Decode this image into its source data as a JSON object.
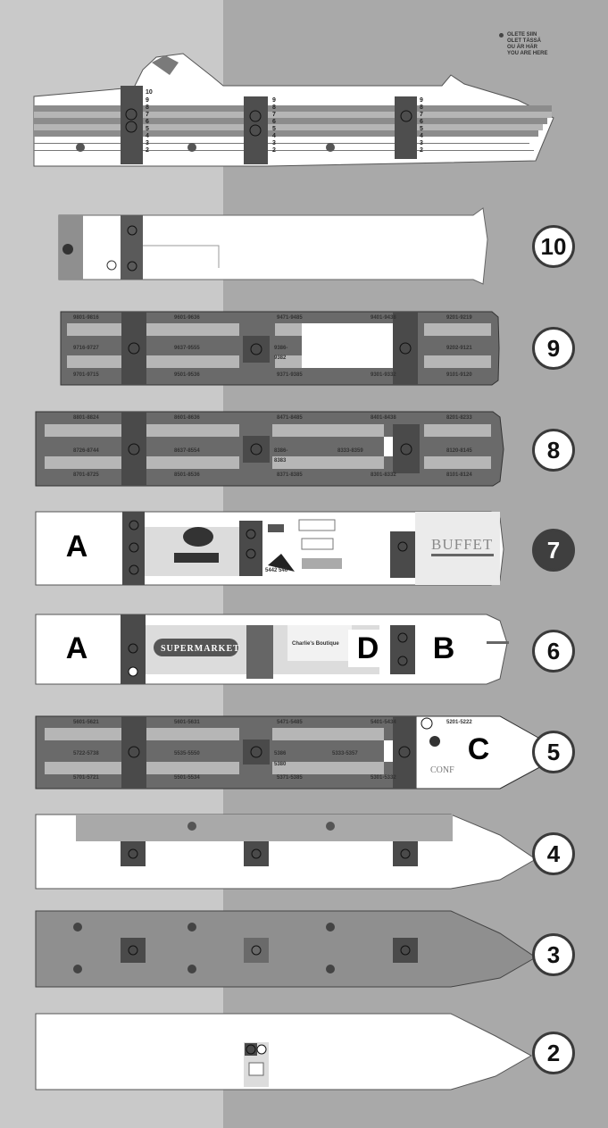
{
  "legend": {
    "line1": "OLETE SIIN",
    "line2": "OLET TÄSSÄ",
    "line3": "OU ÄR HÄR",
    "line4": "YOU ARE HERE"
  },
  "side_view_deck_labels": [
    "10",
    "9",
    "8",
    "7",
    "6",
    "5",
    "4",
    "3",
    "2"
  ],
  "decks": [
    {
      "number": "10",
      "current": false
    },
    {
      "number": "9",
      "current": false
    },
    {
      "number": "8",
      "current": false
    },
    {
      "number": "7",
      "current": true
    },
    {
      "number": "6",
      "current": false
    },
    {
      "number": "5",
      "current": false
    },
    {
      "number": "4",
      "current": false
    },
    {
      "number": "3",
      "current": false
    },
    {
      "number": "2",
      "current": false
    }
  ],
  "markers": {
    "deck7_a": "A",
    "deck6_a": "A",
    "deck6_d": "D",
    "deck6_b": "B",
    "deck5_c": "C"
  },
  "deck9_cabins": {
    "top": [
      "9801-9816",
      "9601-9636",
      "9471-9485",
      "9401-9438",
      "9201-9219"
    ],
    "mid": [
      "9716-9727",
      "9637-9555",
      "9386-",
      "9202-9121"
    ],
    "mid2": "9382",
    "bottom": [
      "9701-9715",
      "9501-9536",
      "9371-9385",
      "9301-9332",
      "9101-9120"
    ]
  },
  "deck8_cabins": {
    "top": [
      "8801-8824",
      "8601-8636",
      "8471-8485",
      "8401-8438",
      "8201-8233"
    ],
    "mid": [
      "8726-8744",
      "8637-8554",
      "8386-",
      "8333-8359",
      "8120-8145"
    ],
    "mid2": "8383",
    "bottom": [
      "8701-8725",
      "8501-8536",
      "8371-8385",
      "8301-8332",
      "8101-8124"
    ]
  },
  "deck7_labels": {
    "buffet": "BUFFET",
    "small": "5442 546"
  },
  "deck6_labels": {
    "supermarket": "SUPERMARKET",
    "shop": "Charlie's Boutique"
  },
  "deck5_cabins": {
    "top": [
      "5601-5621",
      "5601-5631",
      "5471-5485",
      "5401-5434",
      "5201-5222"
    ],
    "mid": [
      "5722-5738",
      "5535-5550",
      "5386",
      "5333-5357"
    ],
    "mid2": "5380",
    "bottom": [
      "5701-5721",
      "5501-5534",
      "5371-5385",
      "5301-5332"
    ],
    "conference": "CONF"
  }
}
